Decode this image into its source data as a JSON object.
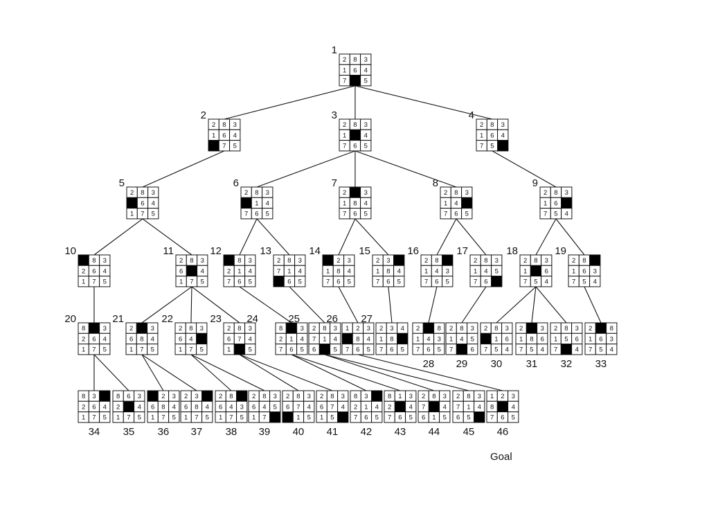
{
  "goal_label": "Goal",
  "nodes": [
    {
      "id": "1",
      "tiles": [
        "2",
        "8",
        "3",
        "1",
        "6",
        "4",
        "7",
        "",
        "5"
      ]
    },
    {
      "id": "2",
      "tiles": [
        "2",
        "8",
        "3",
        "1",
        "6",
        "4",
        "",
        "7",
        "5"
      ]
    },
    {
      "id": "3",
      "tiles": [
        "2",
        "8",
        "3",
        "1",
        "",
        "4",
        "7",
        "6",
        "5"
      ]
    },
    {
      "id": "4",
      "tiles": [
        "2",
        "8",
        "3",
        "1",
        "6",
        "4",
        "7",
        "5",
        ""
      ]
    },
    {
      "id": "5",
      "tiles": [
        "2",
        "8",
        "3",
        "",
        "6",
        "4",
        "1",
        "7",
        "5"
      ]
    },
    {
      "id": "6",
      "tiles": [
        "2",
        "8",
        "3",
        "",
        "1",
        "4",
        "7",
        "6",
        "5"
      ]
    },
    {
      "id": "7",
      "tiles": [
        "2",
        "",
        "3",
        "1",
        "8",
        "4",
        "7",
        "6",
        "5"
      ]
    },
    {
      "id": "8",
      "tiles": [
        "2",
        "8",
        "3",
        "1",
        "4",
        "",
        "7",
        "6",
        "5"
      ]
    },
    {
      "id": "9",
      "tiles": [
        "2",
        "8",
        "3",
        "1",
        "6",
        "",
        "7",
        "5",
        "4"
      ]
    },
    {
      "id": "10",
      "tiles": [
        "",
        "8",
        "3",
        "2",
        "6",
        "4",
        "1",
        "7",
        "5"
      ]
    },
    {
      "id": "11",
      "tiles": [
        "2",
        "8",
        "3",
        "6",
        "",
        "4",
        "1",
        "7",
        "5"
      ]
    },
    {
      "id": "12",
      "tiles": [
        "",
        "8",
        "3",
        "2",
        "1",
        "4",
        "7",
        "6",
        "5"
      ]
    },
    {
      "id": "13",
      "tiles": [
        "2",
        "8",
        "3",
        "7",
        "1",
        "4",
        "",
        "6",
        "5"
      ]
    },
    {
      "id": "14",
      "tiles": [
        "",
        "2",
        "3",
        "1",
        "8",
        "4",
        "7",
        "6",
        "5"
      ]
    },
    {
      "id": "15",
      "tiles": [
        "2",
        "3",
        "",
        "1",
        "8",
        "4",
        "7",
        "6",
        "5"
      ]
    },
    {
      "id": "16",
      "tiles": [
        "2",
        "8",
        "",
        "1",
        "4",
        "3",
        "7",
        "6",
        "5"
      ]
    },
    {
      "id": "17",
      "tiles": [
        "2",
        "8",
        "3",
        "1",
        "4",
        "5",
        "7",
        "6",
        ""
      ]
    },
    {
      "id": "18",
      "tiles": [
        "2",
        "8",
        "3",
        "1",
        "",
        "6",
        "7",
        "5",
        "4"
      ]
    },
    {
      "id": "19",
      "tiles": [
        "2",
        "8",
        "",
        "1",
        "6",
        "3",
        "7",
        "5",
        "4"
      ]
    },
    {
      "id": "20",
      "tiles": [
        "8",
        "",
        "3",
        "2",
        "6",
        "4",
        "1",
        "7",
        "5"
      ]
    },
    {
      "id": "21",
      "tiles": [
        "2",
        "",
        "3",
        "6",
        "8",
        "4",
        "1",
        "7",
        "5"
      ]
    },
    {
      "id": "22",
      "tiles": [
        "2",
        "8",
        "3",
        "6",
        "4",
        "",
        "1",
        "7",
        "5"
      ]
    },
    {
      "id": "23",
      "tiles": [
        "2",
        "8",
        "3",
        "6",
        "7",
        "4",
        "1",
        "",
        "5"
      ]
    },
    {
      "id": "24",
      "tiles": [
        "8",
        "",
        "3",
        "2",
        "1",
        "4",
        "7",
        "6",
        "5"
      ]
    },
    {
      "id": "25",
      "tiles": [
        "2",
        "8",
        "3",
        "7",
        "1",
        "4",
        "6",
        "",
        "5"
      ]
    },
    {
      "id": "26",
      "tiles": [
        "1",
        "2",
        "3",
        "",
        "8",
        "4",
        "7",
        "6",
        "5"
      ]
    },
    {
      "id": "27",
      "tiles": [
        "2",
        "3",
        "4",
        "1",
        "8",
        "",
        "7",
        "6",
        "5"
      ]
    },
    {
      "id": "28",
      "tiles": [
        "2",
        "",
        "8",
        "1",
        "4",
        "3",
        "7",
        "6",
        "5"
      ]
    },
    {
      "id": "29",
      "tiles": [
        "2",
        "8",
        "3",
        "1",
        "4",
        "5",
        "7",
        "",
        "6"
      ]
    },
    {
      "id": "30",
      "tiles": [
        "2",
        "8",
        "3",
        "",
        "1",
        "6",
        "7",
        "5",
        "4"
      ]
    },
    {
      "id": "31",
      "tiles": [
        "2",
        "",
        "3",
        "1",
        "8",
        "6",
        "7",
        "5",
        "4"
      ]
    },
    {
      "id": "32",
      "tiles": [
        "2",
        "8",
        "3",
        "1",
        "5",
        "6",
        "7",
        "",
        "4"
      ]
    },
    {
      "id": "33",
      "tiles": [
        "2",
        "",
        "8",
        "1",
        "6",
        "3",
        "7",
        "5",
        "4"
      ]
    },
    {
      "id": "34",
      "tiles": [
        "8",
        "3",
        "",
        "2",
        "6",
        "4",
        "1",
        "7",
        "5"
      ]
    },
    {
      "id": "35",
      "tiles": [
        "8",
        "6",
        "3",
        "2",
        "",
        "4",
        "1",
        "7",
        "5"
      ]
    },
    {
      "id": "36",
      "tiles": [
        "",
        "2",
        "3",
        "6",
        "8",
        "4",
        "1",
        "7",
        "5"
      ]
    },
    {
      "id": "37",
      "tiles": [
        "2",
        "3",
        "",
        "6",
        "8",
        "4",
        "1",
        "7",
        "5"
      ]
    },
    {
      "id": "38",
      "tiles": [
        "2",
        "8",
        "",
        "6",
        "4",
        "3",
        "1",
        "7",
        "5"
      ]
    },
    {
      "id": "39",
      "tiles": [
        "2",
        "8",
        "3",
        "6",
        "4",
        "5",
        "1",
        "7",
        ""
      ]
    },
    {
      "id": "40",
      "tiles": [
        "2",
        "8",
        "3",
        "6",
        "7",
        "4",
        "",
        "1",
        "5"
      ]
    },
    {
      "id": "41",
      "tiles": [
        "2",
        "8",
        "3",
        "6",
        "7",
        "4",
        "1",
        "5",
        ""
      ]
    },
    {
      "id": "42",
      "tiles": [
        "8",
        "3",
        "",
        "2",
        "1",
        "4",
        "7",
        "6",
        "5"
      ]
    },
    {
      "id": "43",
      "tiles": [
        "8",
        "1",
        "3",
        "2",
        "",
        "4",
        "7",
        "6",
        "5"
      ]
    },
    {
      "id": "44",
      "tiles": [
        "2",
        "8",
        "3",
        "7",
        "",
        "4",
        "6",
        "1",
        "5"
      ]
    },
    {
      "id": "45",
      "tiles": [
        "2",
        "8",
        "3",
        "7",
        "1",
        "4",
        "6",
        "5",
        ""
      ]
    },
    {
      "id": "46",
      "tiles": [
        "1",
        "2",
        "3",
        "8",
        "",
        "4",
        "7",
        "6",
        "5"
      ]
    }
  ],
  "edges": [
    [
      "1",
      "2"
    ],
    [
      "1",
      "3"
    ],
    [
      "1",
      "4"
    ],
    [
      "2",
      "5"
    ],
    [
      "3",
      "6"
    ],
    [
      "3",
      "7"
    ],
    [
      "3",
      "8"
    ],
    [
      "4",
      "9"
    ],
    [
      "5",
      "10"
    ],
    [
      "5",
      "11"
    ],
    [
      "6",
      "12"
    ],
    [
      "6",
      "13"
    ],
    [
      "7",
      "14"
    ],
    [
      "7",
      "15"
    ],
    [
      "8",
      "16"
    ],
    [
      "8",
      "17"
    ],
    [
      "9",
      "18"
    ],
    [
      "9",
      "19"
    ],
    [
      "10",
      "20"
    ],
    [
      "11",
      "21"
    ],
    [
      "11",
      "22"
    ],
    [
      "11",
      "23"
    ],
    [
      "12",
      "24"
    ],
    [
      "13",
      "25"
    ],
    [
      "14",
      "26"
    ],
    [
      "15",
      "27"
    ],
    [
      "16",
      "28"
    ],
    [
      "17",
      "29"
    ],
    [
      "18",
      "30"
    ],
    [
      "18",
      "31"
    ],
    [
      "18",
      "32"
    ],
    [
      "19",
      "33"
    ],
    [
      "20",
      "34"
    ],
    [
      "20",
      "35"
    ],
    [
      "21",
      "36"
    ],
    [
      "21",
      "37"
    ],
    [
      "22",
      "38"
    ],
    [
      "22",
      "39"
    ],
    [
      "23",
      "40"
    ],
    [
      "23",
      "41"
    ],
    [
      "24",
      "42"
    ],
    [
      "24",
      "43"
    ],
    [
      "25",
      "44"
    ],
    [
      "25",
      "45"
    ],
    [
      "26",
      "46"
    ]
  ]
}
